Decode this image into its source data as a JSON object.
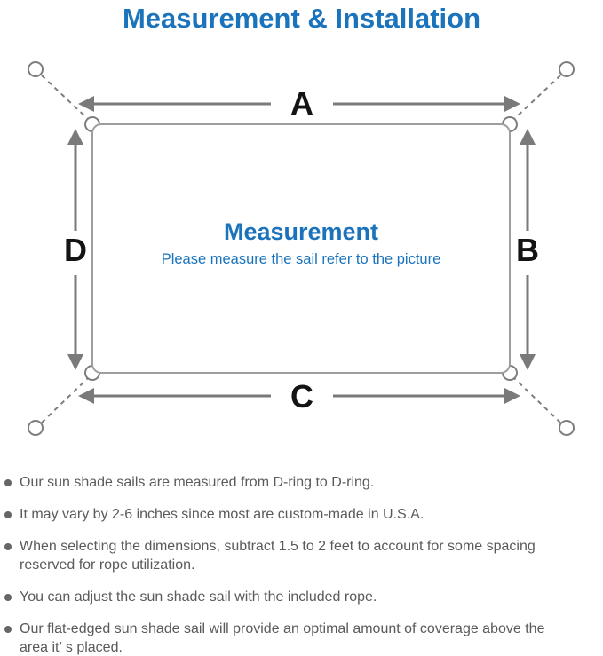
{
  "title": "Measurement & Installation",
  "colors": {
    "accent_blue": "#1b73bc",
    "line_gray": "#7a7a7a",
    "sail_outline_gray": "#9e9e9e",
    "body_text_gray": "#5a5a5a",
    "dimension_letter_black": "#141414"
  },
  "diagram": {
    "center_title": "Measurement",
    "center_subtitle": "Please measure the sail refer to the picture",
    "labels": {
      "top": "A",
      "right": "B",
      "bottom": "C",
      "left": "D"
    }
  },
  "notes": [
    "Our sun shade sails are measured from D-ring to D-ring.",
    "It may vary by 2-6 inches since most are custom-made in U.S.A.",
    "When selecting the dimensions, subtract 1.5 to 2 feet to account for some spacing reserved for rope utilization.",
    "You can adjust the sun shade sail with the included rope.",
    "Our flat-edged sun shade sail will provide an optimal amount of coverage above the area it’ s placed."
  ]
}
